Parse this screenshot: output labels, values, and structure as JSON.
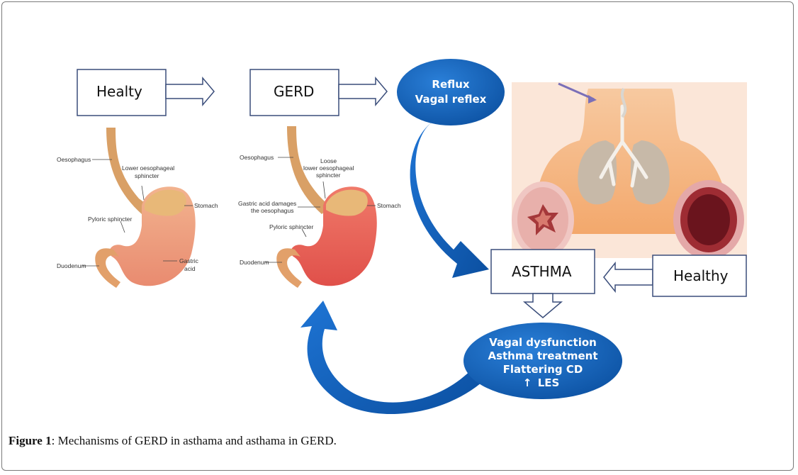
{
  "boxes": {
    "healthy_left": "Healty",
    "gerd": "GERD",
    "asthma": "ASTHMA",
    "healthy_right": "Healthy"
  },
  "oval_top": {
    "line1": "Reflux",
    "line2": "Vagal reflex"
  },
  "oval_bottom": {
    "line1": "Vagal dysfunction",
    "line2": "Asthma treatment",
    "line3": "Flattering CD",
    "line4_arrow": "↑",
    "line4_text": "LES"
  },
  "stomach_healthy_labels": {
    "oesophagus": "Oesophagus",
    "les_1": "Lower oesophageal",
    "les_2": "sphincter",
    "stomach": "Stomach",
    "pyloric": "Pyloric sphincter",
    "duodenum": "Duodenum",
    "acid_1": "Gastric",
    "acid_2": "acid"
  },
  "stomach_gerd_labels": {
    "oesophagus": "Oesophagus",
    "loose_1": "Loose",
    "loose_2": "lower oesophageal",
    "loose_3": "sphincter",
    "damage_1": "Gastric acid damages",
    "damage_2": "the oesophagus",
    "stomach": "Stomach",
    "pyloric": "Pyloric sphincter",
    "duodenum": "Duodenum"
  },
  "caption": {
    "label": "Figure 1",
    "text": ": Mechanisms of GERD in asthama and asthama in GERD."
  },
  "colors": {
    "blue_arrow": "#1565c0",
    "oval_fill": "#0d5fb8",
    "box_border": "#3a4d7a",
    "esophagus": "#d9a066",
    "stomach_healthy": "#ee9a7c",
    "stomach_gerd": "#ea5a55",
    "lung_bg": "#f6b27a"
  }
}
